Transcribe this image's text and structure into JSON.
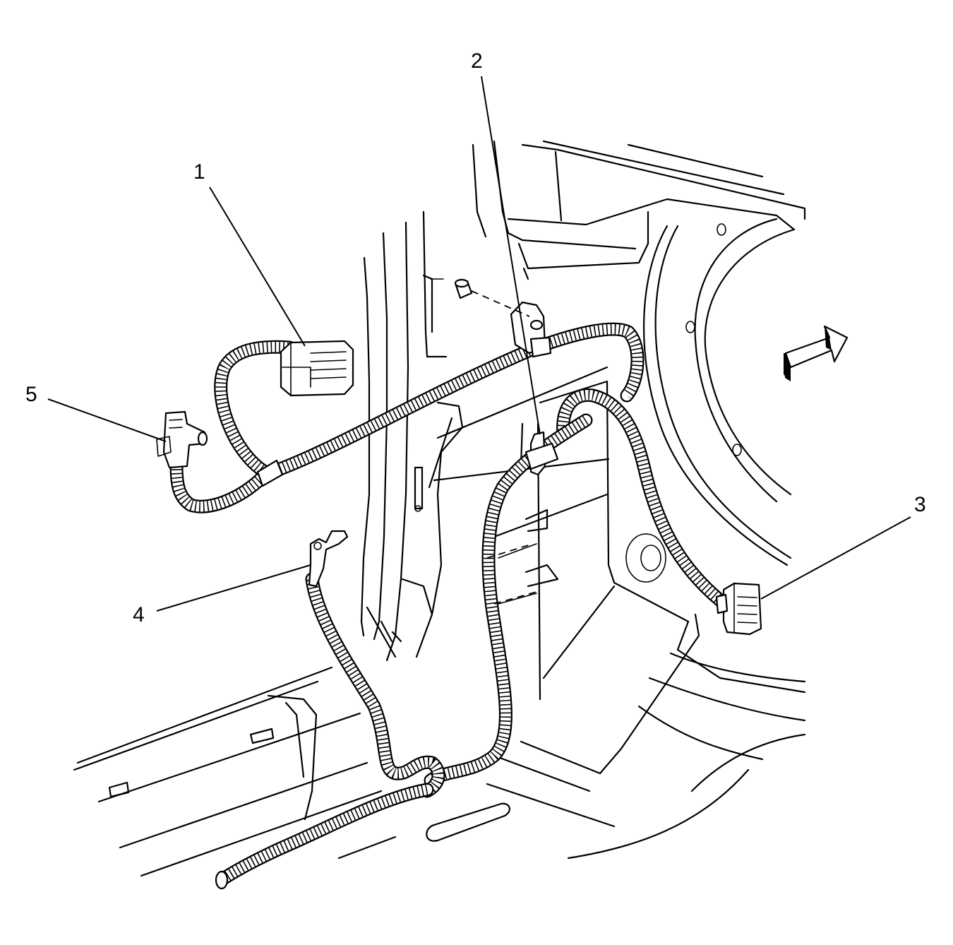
{
  "callouts": [
    {
      "id": "1",
      "label": "1"
    },
    {
      "id": "2",
      "label": "2"
    },
    {
      "id": "3",
      "label": "3"
    },
    {
      "id": "4",
      "label": "4"
    },
    {
      "id": "5",
      "label": "5"
    }
  ],
  "icons": [
    "front-direction-arrow-icon"
  ]
}
